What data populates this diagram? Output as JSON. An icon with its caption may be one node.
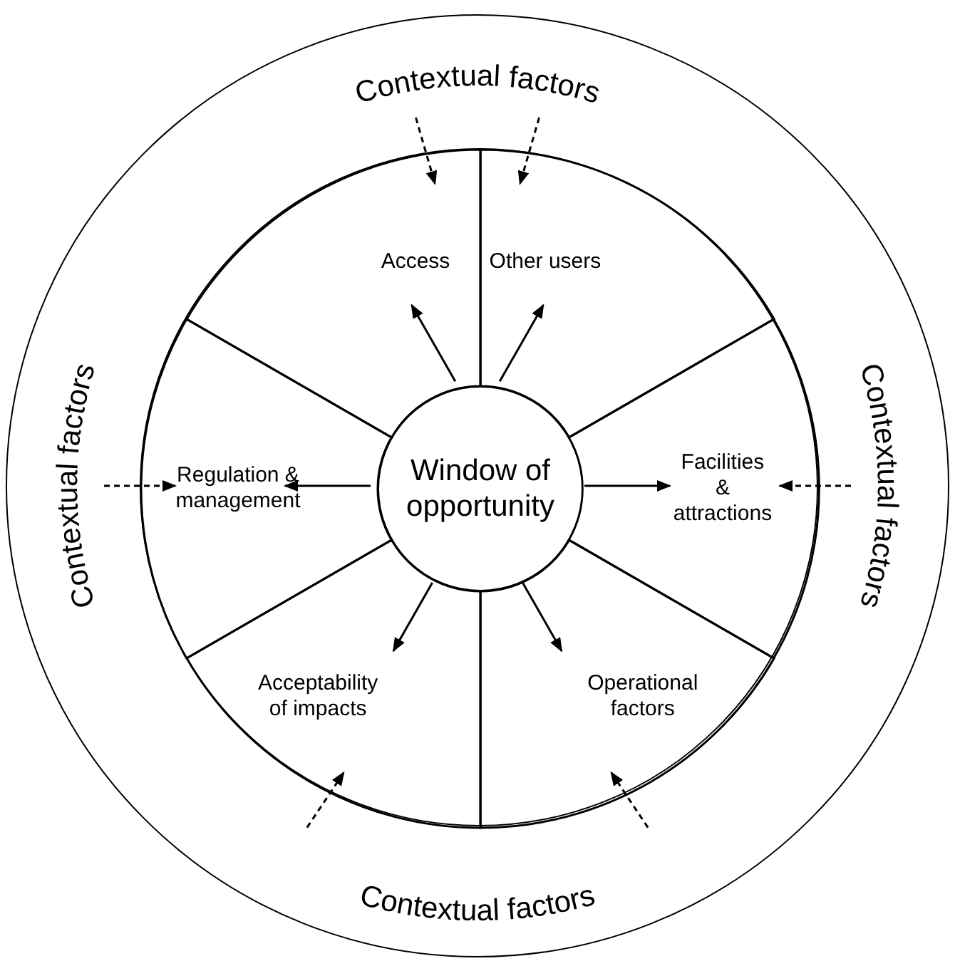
{
  "diagram": {
    "nodes": [
      {
        "text": [
          "Contextual factors",
          "Contextual factors",
          "Contextual factors",
          "Contextual factors"
        ]
      },
      {
        "text": [],
        "shape": "circle",
        "in": 0
      },
      {
        "text": [
          "Access"
        ],
        "in": 1
      },
      {
        "text": [
          "Other users"
        ],
        "in": 1
      },
      {
        "text": [
          "Regulation & management"
        ],
        "in": 1
      },
      {
        "text": [
          "Window of opportunity"
        ],
        "in": 1
      },
      {
        "text": [
          "Facilities & attractions"
        ],
        "in": 1
      },
      {
        "text": [
          "Acceptability of impacts"
        ],
        "in": 1
      },
      {
        "text": [
          "Operational factors"
        ],
        "in": 1
      }
    ],
    "edges": [
      {
        "from": 5,
        "to": 2,
        "arrow": "to"
      },
      {
        "from": 5,
        "to": 3,
        "arrow": "to"
      },
      {
        "from": 5,
        "to": 4,
        "arrow": "to"
      },
      {
        "from": 5,
        "to": 6,
        "arrow": "to"
      },
      {
        "from": 5,
        "to": 7,
        "arrow": "to"
      },
      {
        "from": 5,
        "to": 8,
        "arrow": "to"
      },
      {
        "from": null,
        "to": 2,
        "arrow": "to",
        "style": "dashed"
      },
      {
        "from": null,
        "to": 3,
        "arrow": "to",
        "style": "dashed"
      },
      {
        "from": null,
        "to": 4,
        "arrow": "to",
        "style": "dashed"
      },
      {
        "from": null,
        "to": 6,
        "arrow": "to",
        "style": "dashed"
      },
      {
        "from": null,
        "to": 7,
        "arrow": "to",
        "style": "dashed"
      },
      {
        "from": null,
        "to": 8,
        "arrow": "to",
        "style": "dashed"
      }
    ]
  }
}
